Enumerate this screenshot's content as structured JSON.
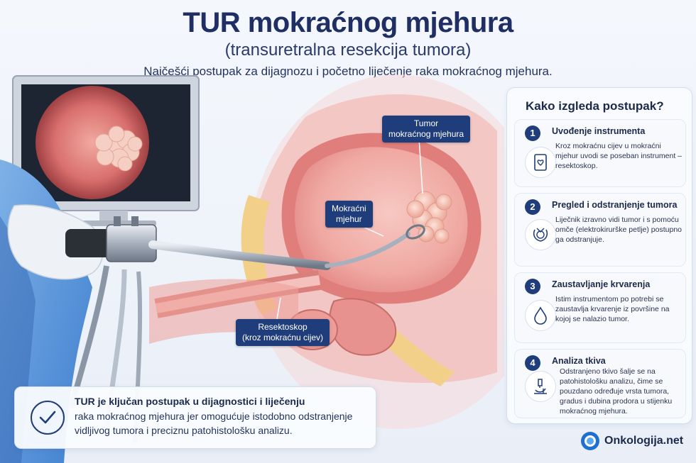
{
  "header": {
    "title": "TUR mokraćnog mjehura",
    "subtitle": "(transuretralna resekcija tumora)",
    "tagline": "Najčešći postupak za dijagnozu i početno liječenje raka mokraćnog mjehura."
  },
  "labels": {
    "tumor_line1": "Tumor",
    "tumor_line2": "mokraćnog mjehura",
    "bladder_line1": "Mokraćni",
    "bladder_line2": "mjehur",
    "resectoscope_line1": "Resektoskop",
    "resectoscope_line2": "(kroz mokraćnu cijev)"
  },
  "panel": {
    "title": "Kako izgleda postupak?",
    "steps": [
      {
        "number": "1",
        "title": "Uvođenje instrumenta",
        "description": "Kroz mokraćnu cijev u mokraćni mjehur uvodi se poseban instrument – resektoskop.",
        "icon": "tablet-heart-icon"
      },
      {
        "number": "2",
        "title": "Pregled i odstranjenje tumora",
        "description": "Liječnik izravno vidi tumor i s pomoću omče (elektrokirurške petlje) postupno ga odstranjuje.",
        "icon": "bladder-loop-icon"
      },
      {
        "number": "3",
        "title": "Zaustavljanje krvarenja",
        "description": "Istim instrumentom po potrebi se zaustavlja krvarenje iz površine na kojoj se nalazio tumor.",
        "icon": "droplet-icon"
      },
      {
        "number": "4",
        "title": "Analiza tkiva",
        "description": "Odstranjeno tkivo šalje se na patohistološku analizu, čime se pouzdano određuje vrsta tumora, gradus i dubina prodora u stijenku mokraćnog mjehura.",
        "icon": "microscope-icon"
      }
    ]
  },
  "note": {
    "bold": "TUR je ključan postupak u dijagnostici i liječenju",
    "text": "raka mokraćnog mjehura jer omogućuje istodobno odstranjenje vidljivog tumora i preciznu patohistološku analizu.",
    "icon": "check-circle-icon"
  },
  "brand": {
    "name": "Onkologija.net"
  },
  "colors": {
    "navy": "#1f3d7a",
    "tissue": "#e98f8f",
    "tumor": "#f3c4b8"
  }
}
